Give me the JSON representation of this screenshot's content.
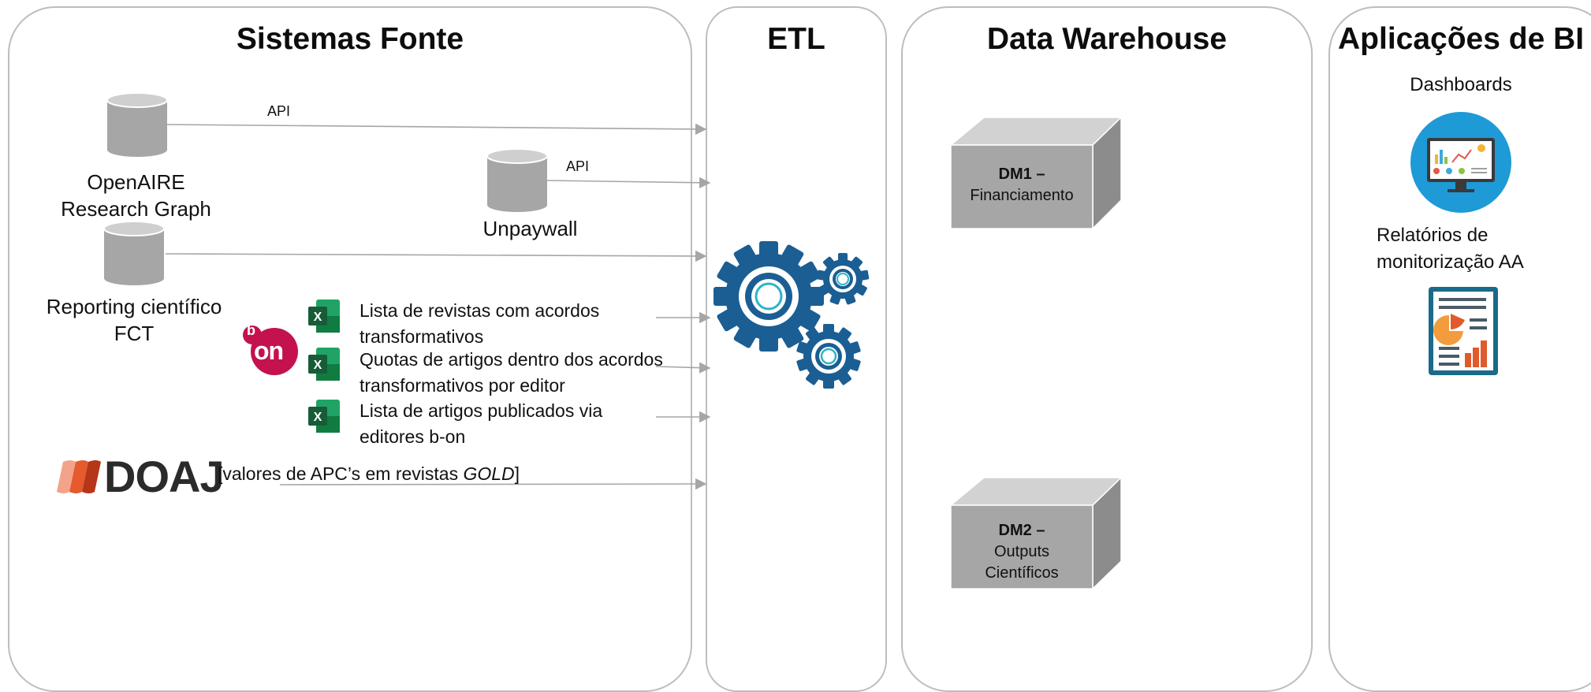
{
  "panels": {
    "sources": {
      "title": "Sistemas Fonte"
    },
    "etl": {
      "title": "ETL"
    },
    "dw": {
      "title": "Data Warehouse"
    },
    "bi": {
      "title": "Aplicações de BI"
    }
  },
  "sources": {
    "openaire": {
      "line1": "OpenAIRE",
      "line2": "Research Graph",
      "connector": "API"
    },
    "unpaywall": {
      "label": "Unpaywall",
      "connector": "API"
    },
    "fct": {
      "line1": "Reporting científico",
      "line2": "FCT"
    },
    "bon_logo": {
      "small": "b",
      "big": "on"
    },
    "files": [
      {
        "line1": "Lista de revistas com acordos",
        "line2": "transformativos"
      },
      {
        "line1": "Quotas de artigos dentro dos acordos",
        "line2": "transformativos por editor"
      },
      {
        "line1": "Lista de artigos publicados  via",
        "line2": "editores b-on"
      }
    ],
    "doaj": {
      "logo_text": "DOAJ",
      "note_prefix": "[valores de APC’s em revistas ",
      "note_italic": "GOLD",
      "note_suffix": "]"
    }
  },
  "data_marts": [
    {
      "code": "DM1 –",
      "line1": "Financiamento",
      "line2": ""
    },
    {
      "code": "DM2 –",
      "line1": "Outputs",
      "line2": "Científicos"
    }
  ],
  "bi": {
    "dashboards": "Dashboards",
    "reports_line1": "Relatórios de",
    "reports_line2": "monitorização AA"
  },
  "colors": {
    "panel_border": "#bdbdbd",
    "gear": "#1b5e93",
    "gear_ring": "#2bb5c8",
    "cylinder": "#a6a6a6",
    "excel": "#1d7044",
    "bon": "#c4124f",
    "doaj": "#2b2b2b",
    "doaj_accent": "#e65a2e",
    "arrow": "#a6a6a6",
    "cube_front": "#a6a6a6"
  }
}
